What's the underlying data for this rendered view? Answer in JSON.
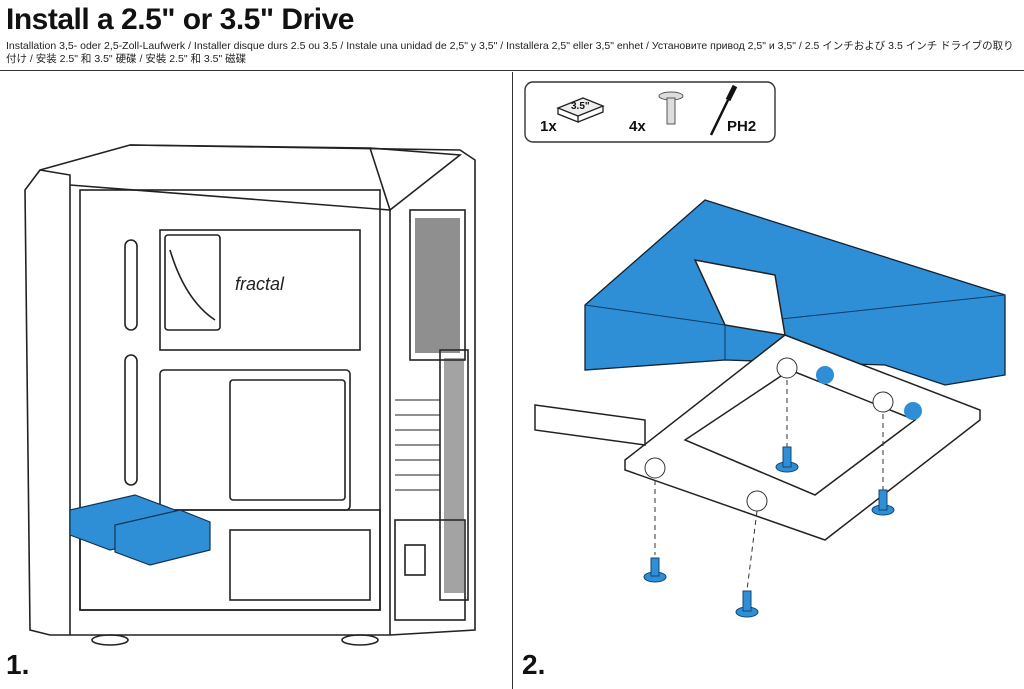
{
  "page": {
    "title": "Install a 2.5\" or 3.5\" Drive",
    "subtitle": "Installation 3,5- oder 2,5-Zoll-Laufwerk / Installer disque durs 2.5 ou 3.5 / Instale una unidad de 2,5\" y 3,5\" / Installera 2,5\" eller 3,5\" enhet / Установите привод 2,5\" и 3,5\" / 2.5 インチおよび 3.5 インチ ドライブの取り付け / 安装 2.5\" 和 3.5\" 硬碟 / 安裝 2.5\" 和 3.5\" 磁碟",
    "step1": "1.",
    "step2": "2."
  },
  "parts": {
    "drive_label": "3.5\"",
    "drive_qty": "1x",
    "screw_qty": "4x",
    "tool": "PH2"
  },
  "case_logo": "fractal",
  "colors": {
    "accent_blue": "#2e8fd6",
    "line": "#222222"
  }
}
